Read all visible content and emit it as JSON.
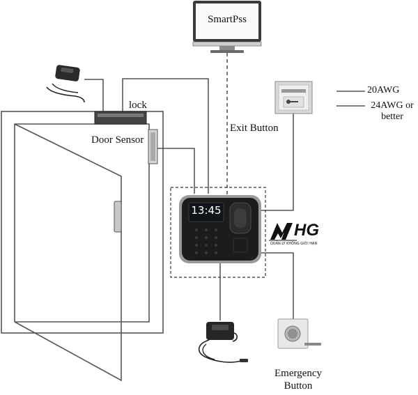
{
  "monitor": {
    "label": "SmartPss"
  },
  "device": {
    "time": "13:45"
  },
  "labels": {
    "lock": "lock",
    "door_sensor": "Door Sensor",
    "exit_button": "Exit Button",
    "emergency_button": "Emergency\nButton"
  },
  "legend": {
    "wire_20": "20AWG",
    "wire_24": "24AWG or\nbetter"
  },
  "logo": {
    "text": "HG",
    "tagline": "QUẢN LÝ KHÔNG GIỚI HẠN"
  },
  "colors": {
    "line": "#333333",
    "wall": "#555555",
    "device_body": "#1c1c1c",
    "screen": "#101418"
  }
}
